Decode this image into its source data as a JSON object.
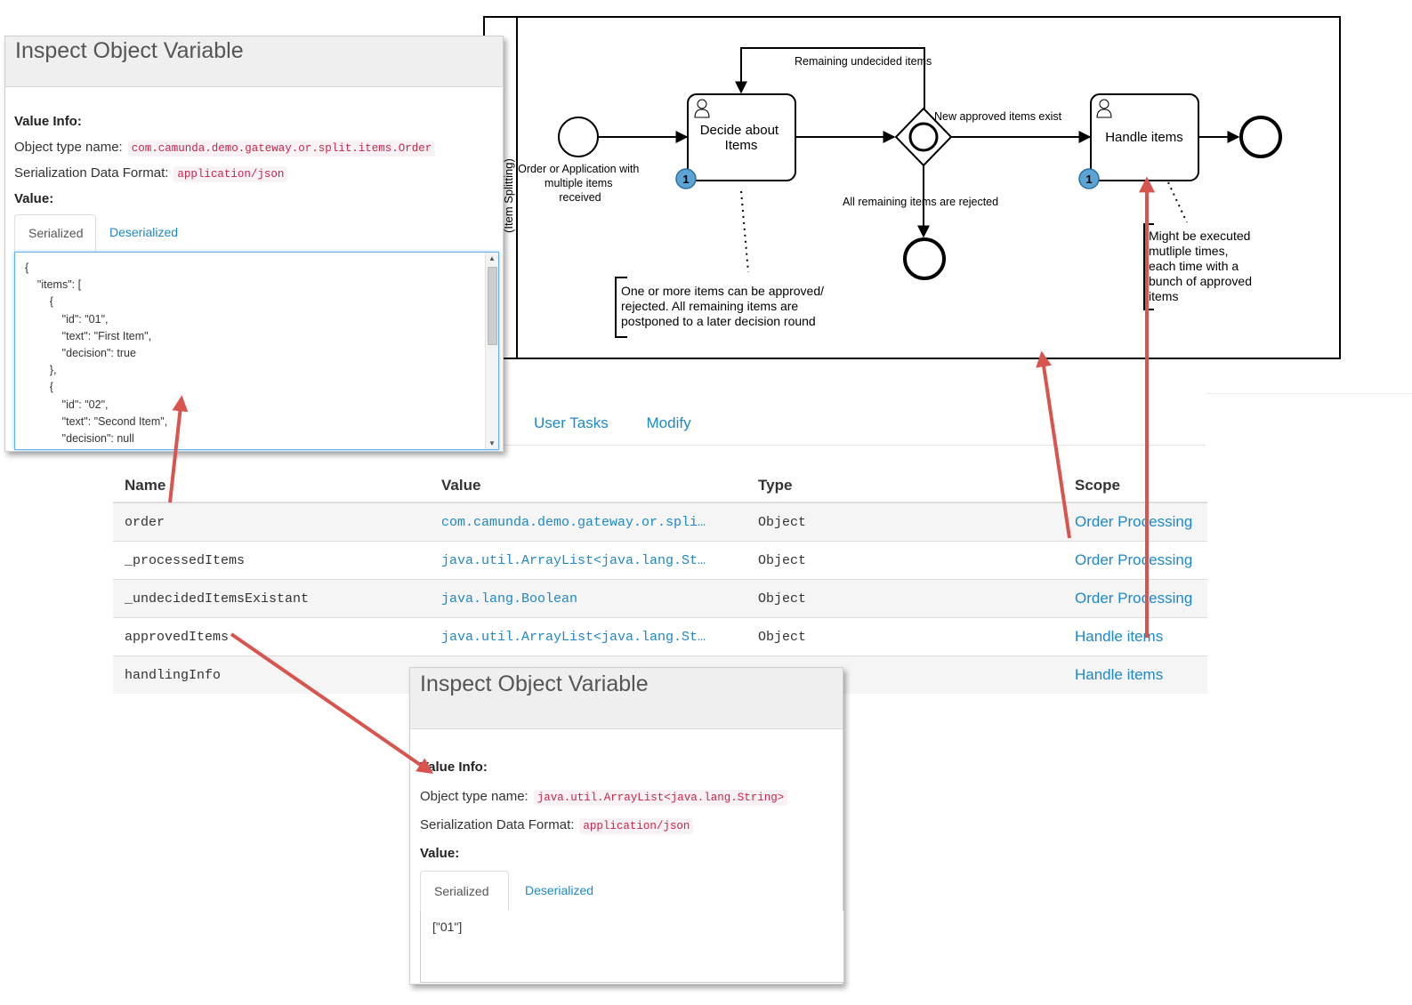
{
  "diagram": {
    "pool_label": "(Item Splitting)",
    "start_event_label": "Order or Application with multiple items received",
    "task_decide": "Decide about Items",
    "task_handle": "Handle items",
    "loop_label": "Remaining undecided items",
    "gateway_out_approved": "New approved items exist",
    "gateway_out_rejected": "All remaining items are rejected",
    "annotation_decide": "One or more items can be approved/ rejected. All remaining items are postponed to a later decision round",
    "annotation_handle": "Might be executed mutliple times, each time with a bunch of approved items",
    "badge": "1"
  },
  "tabs": [
    "User Tasks",
    "Modify"
  ],
  "table": {
    "headers": [
      "Name",
      "Value",
      "Type",
      "Scope"
    ],
    "rows": [
      {
        "name": "order",
        "value": "com.camunda.demo.gateway.or.spli…",
        "type": "Object",
        "scope": "Order Processing"
      },
      {
        "name": "_processedItems",
        "value": "java.util.ArrayList<java.lang.St…",
        "type": "Object",
        "scope": "Order Processing"
      },
      {
        "name": "_undecidedItemsExistant",
        "value": "java.lang.Boolean",
        "type": "Object",
        "scope": "Order Processing"
      },
      {
        "name": "approvedItems",
        "value": "java.util.ArrayList<java.lang.St…",
        "type": "Object",
        "scope": "Handle items"
      },
      {
        "name": "handlingInfo",
        "value": "",
        "type": "",
        "scope": "Handle items"
      }
    ]
  },
  "modal_order": {
    "title": "Inspect Object Variable",
    "value_info_label": "Value Info:",
    "object_type_label": "Object type name:",
    "object_type": "com.camunda.demo.gateway.or.split.items.Order",
    "format_label": "Serialization Data Format:",
    "format": "application/json",
    "value_label": "Value:",
    "tab_serialized": "Serialized",
    "tab_deserialized": "Deserialized",
    "serialized_text": "{\n    \"items\": [\n        {\n            \"id\": \"01\",\n            \"text\": \"First Item\",\n            \"decision\": true\n        },\n        {\n            \"id\": \"02\",\n            \"text\": \"Second Item\",\n            \"decision\": null"
  },
  "modal_approved": {
    "title": "Inspect Object Variable",
    "value_info_label": "Value Info:",
    "object_type_label": "Object type name:",
    "object_type": "java.util.ArrayList<java.lang.String>",
    "format_label": "Serialization Data Format:",
    "format": "application/json",
    "value_label": "Value:",
    "tab_serialized": "Serialized",
    "tab_deserialized": "Deserialized",
    "serialized_text": "[\"01\"]"
  },
  "colors": {
    "link": "#1e88c7",
    "arrow": "#d9534f",
    "badge": "#5ba4d6",
    "code": "#c7254e"
  }
}
